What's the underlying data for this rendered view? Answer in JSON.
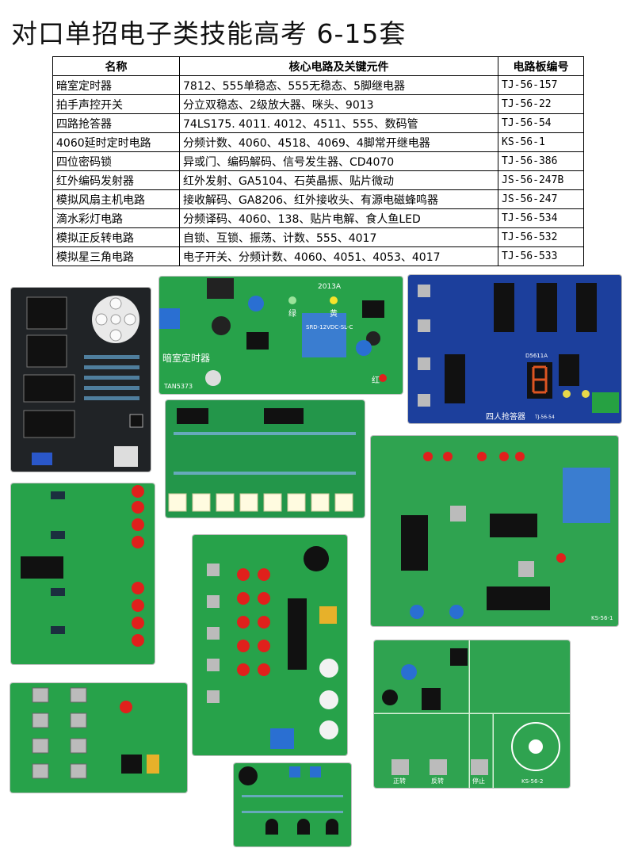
{
  "title": "对口单招电子类技能高考 6-15套",
  "table": {
    "headers": [
      "名称",
      "核心电路及关键元件",
      "电路板编号"
    ],
    "rows": [
      [
        "暗室定时器",
        "7812、555单稳态、555无稳态、5脚继电器",
        "TJ-56-157"
      ],
      [
        "拍手声控开关",
        "分立双稳态、2级放大器、咪头、9013",
        "TJ-56-22"
      ],
      [
        "四路抢答器",
        "74LS175. 4011. 4012、4511、555、数码管",
        "TJ-56-54"
      ],
      [
        "4060延时定时电路",
        "分频计数、4060、4518、4069、4脚常开继电器",
        "KS-56-1"
      ],
      [
        "四位密码锁",
        "异或门、编码解码、信号发生器、CD4070",
        "TJ-56-386"
      ],
      [
        "红外编码发射器",
        "红外发射、GA5104、石英晶振、贴片微动",
        "JS-56-247B"
      ],
      [
        "模拟风扇主机电路",
        "接收解码、GA8206、红外接收头、有源电磁蜂鸣器",
        "JS-56-247"
      ],
      [
        "滴水彩灯电路",
        "分频译码、4060、138、贴片电解、食人鱼LED",
        "TJ-56-534"
      ],
      [
        "模拟正反转电路",
        "自锁、互锁、振荡、计数、555、4017",
        "TJ-56-532"
      ],
      [
        "模拟星三角电路",
        "电子开关、分频计数、4060、4051、4053、4017",
        "TJ-56-533"
      ]
    ]
  },
  "boards": {
    "b2": {
      "label": "暗室定时器",
      "code": "TAN5373",
      "year": "2013A",
      "g": "绿",
      "y": "黄",
      "r": "红",
      "relay": "SRD-12VDC-SL-C"
    },
    "b3": {
      "label": "四人抢答器",
      "code": "TJ-56-54",
      "seg": "D5611A"
    },
    "b6": {
      "code": "KS-56-1"
    },
    "b10": {
      "code": "KS-56-2",
      "fwd": "正转",
      "rev": "反转",
      "stop": "停止"
    }
  },
  "colors": {
    "pcb_green": "#1f8a3a",
    "pcb_blue": "#1c3f9c",
    "led_red": "#e0201c"
  }
}
